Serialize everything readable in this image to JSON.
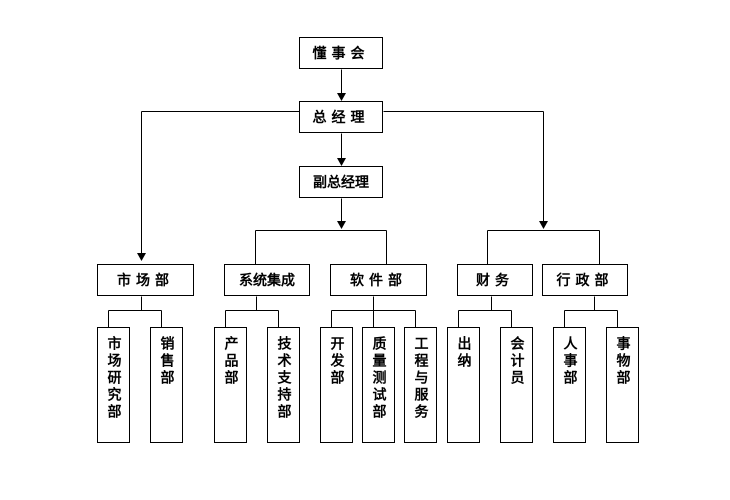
{
  "org_chart": {
    "board": "懂事会",
    "general_manager": "总经理",
    "deputy_general_manager": "副总经理",
    "departments": [
      {
        "id": "market",
        "label": "市场部",
        "reports_to": "general_manager",
        "children": [
          "市场研究部",
          "销售部"
        ]
      },
      {
        "id": "sysint",
        "label": "系统集成",
        "reports_to": "deputy_general_manager",
        "children": [
          "产品部",
          "技术支持部"
        ]
      },
      {
        "id": "software",
        "label": "软件部",
        "reports_to": "deputy_general_manager",
        "children": [
          "开发部",
          "质量测试部",
          "工程与服务"
        ]
      },
      {
        "id": "finance",
        "label": "财务",
        "reports_to": "general_manager",
        "children": [
          "出纳",
          "会计员"
        ]
      },
      {
        "id": "admin",
        "label": "行政部",
        "reports_to": "general_manager",
        "children": [
          "人事部",
          "事物部"
        ]
      }
    ]
  }
}
